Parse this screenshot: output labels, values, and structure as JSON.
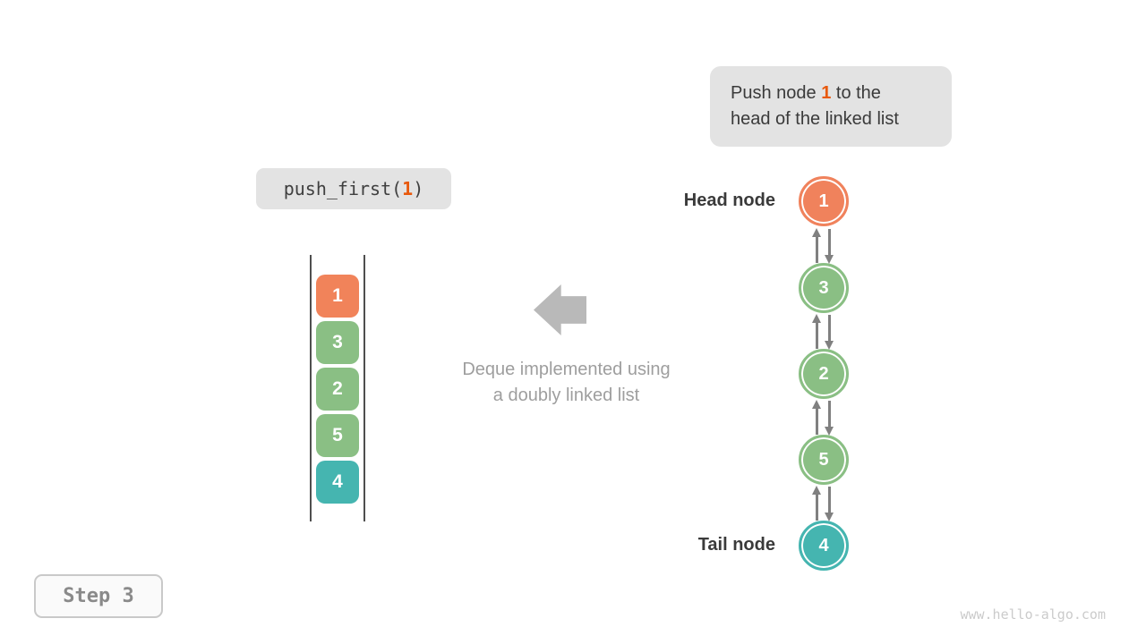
{
  "callout": {
    "line1_before": "Push node ",
    "line1_value": "1",
    "line1_after": " to the",
    "line2": "head of the linked list"
  },
  "code": {
    "before": "push_first(",
    "value": "1",
    "after": ")"
  },
  "stack": {
    "items": [
      {
        "value": "1",
        "color": "orange"
      },
      {
        "value": "3",
        "color": "green"
      },
      {
        "value": "2",
        "color": "green"
      },
      {
        "value": "5",
        "color": "green"
      },
      {
        "value": "4",
        "color": "teal"
      }
    ]
  },
  "caption": {
    "line1": "Deque implemented using",
    "line2": "a doubly linked list"
  },
  "linked_list": {
    "head_label": "Head node",
    "tail_label": "Tail node",
    "link_style": "bidirectional",
    "nodes": [
      {
        "value": "1",
        "color": "orange",
        "role": "head"
      },
      {
        "value": "3",
        "color": "green",
        "role": ""
      },
      {
        "value": "2",
        "color": "green",
        "role": ""
      },
      {
        "value": "5",
        "color": "green",
        "role": ""
      },
      {
        "value": "4",
        "color": "teal",
        "role": "tail"
      }
    ]
  },
  "step_badge": {
    "label": "Step 3"
  },
  "watermark": "www.hello-algo.com",
  "colors": {
    "highlight_orange": "#e8590c",
    "node_orange": "#f0825c",
    "node_green": "#8abf84",
    "node_teal": "#45b5b0",
    "callout_bg": "#e3e3e3",
    "dark_text": "#3a3a3a",
    "caption_gray": "#9e9e9e",
    "big_arrow_gray": "#b9b9b9",
    "link_arrow_gray": "#808080",
    "rail_gray": "#4f4f4f",
    "step_text_gray": "#8a8a8a",
    "step_border_gray": "#c9c9c9",
    "watermark_gray": "#cbcbcb"
  }
}
